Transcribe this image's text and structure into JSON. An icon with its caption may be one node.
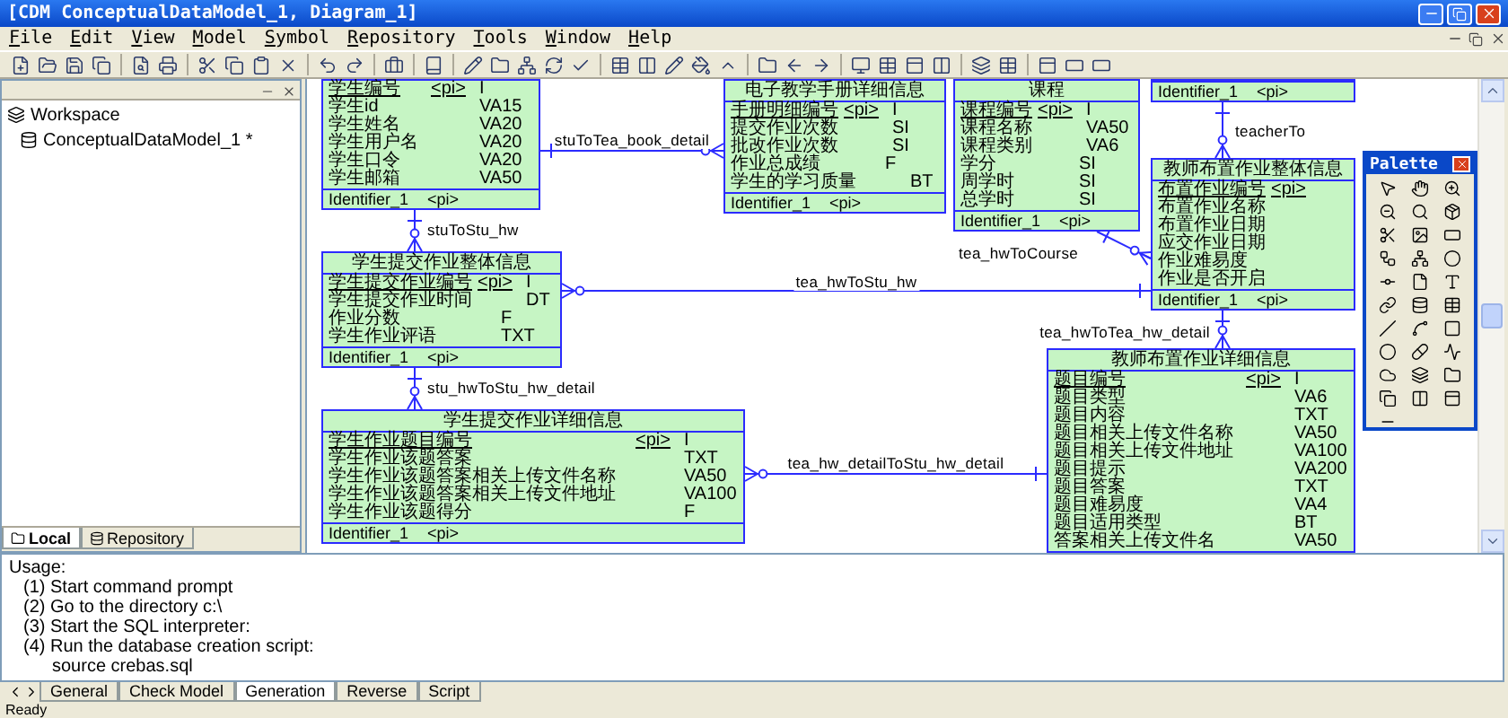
{
  "diagram": {
    "nodes": [
      {
        "text": [
          "学生编号",
          "<pi>",
          "I",
          "学生id",
          "VA15",
          "学生姓名",
          "VA20",
          "学生用户名",
          "VA20",
          "学生口令",
          "VA20",
          "学生邮箱",
          "VA50",
          "Identifier_1 <pi>"
        ]
      },
      {
        "text": [
          "电子教学手册详细信息",
          "手册明细编号",
          "<pi>",
          "I",
          "提交作业次数",
          "SI",
          "批改作业次数",
          "SI",
          "作业总成绩",
          "F",
          "学生的学习质量",
          "BT",
          "Identifier_1 <pi>"
        ]
      },
      {
        "text": [
          "课程",
          "课程编号",
          "<pi>",
          "I",
          "课程名称",
          "VA50",
          "课程类别",
          "VA6",
          "学分",
          "SI",
          "周学时",
          "SI",
          "总学时",
          "SI",
          "Identifier_1 <pi>"
        ]
      },
      {
        "text": [
          "Identifier_1 <pi>"
        ]
      },
      {
        "text": [
          "学生提交作业整体信息",
          "学生提交作业编号",
          "<pi>",
          "I",
          "学生提交作业时间",
          "DT",
          "作业分数",
          "F",
          "学生作业评语",
          "TXT",
          "Identifier_1 <pi>"
        ]
      },
      {
        "text": [
          "教师布置作业整体信息",
          "布置作业编号",
          "<pi>",
          "布置作业名称",
          "布置作业日期",
          "应交作业日期",
          "作业难易度",
          "作业是否开启",
          "Identifier_1 <pi>"
        ]
      },
      {
        "text": [
          "教师布置作业详细信息",
          "题目编号",
          "<pi>",
          "I",
          "题目类型",
          "VA6",
          "题目内容",
          "TXT",
          "题目相关上传文件名称",
          "VA50",
          "题目相关上传文件地址",
          "VA100",
          "题目提示",
          "VA200",
          "题目答案",
          "TXT",
          "题目难易度",
          "VA4",
          "题目适用类型",
          "BT",
          "答案相关上传文件名",
          "VA50"
        ]
      },
      {
        "text": [
          "学生提交作业详细信息",
          "学生作业题目编号",
          "<pi>",
          "I",
          "学生作业该题答案",
          "TXT",
          "学生作业该题答案相关上传文件名称",
          "VA50",
          "学生作业该题答案相关上传文件地址",
          "VA100",
          "学生作业该题得分",
          "F",
          "Identifier_1 <pi>"
        ]
      }
    ],
    "edges": [
      {
        "from": 0,
        "to": 1,
        "arrow": "other",
        "label": "stuToTea_book_detail"
      },
      {
        "from": 0,
        "to": 4,
        "arrow": "other",
        "label": "stuToStu_hw"
      },
      {
        "from": 4,
        "to": 7,
        "arrow": "other",
        "label": "stu_hwToStu_hw_detail"
      },
      {
        "from": 5,
        "to": 4,
        "arrow": "other",
        "label": "tea_hwToStu_hw"
      },
      {
        "from": 2,
        "to": 5,
        "arrow": "other",
        "label": "tea_hwToCourse"
      },
      {
        "from": 3,
        "to": 5,
        "arrow": "other",
        "label": "teacherTo"
      },
      {
        "from": 5,
        "to": 6,
        "arrow": "other",
        "label": "tea_hwToTea_hw_detail"
      },
      {
        "from": 6,
        "to": 7,
        "arrow": "other",
        "label": "tea_hw_detailToStu_hw_detail"
      }
    ],
    "labels": [
      "[CDM ConceptualDataModel_1, Diagram_1]",
      "File",
      "Edit",
      "View",
      "Model",
      "Symbol",
      "Repository",
      "Tools",
      "Window",
      "Help",
      "Workspace",
      "ConceptualDataModel_1 *",
      "Local",
      "Repository",
      "Palette",
      "Usage:",
      "(1) Start command prompt",
      "(2) Go to the directory c:\\",
      "(3) Start the SQL interpreter:",
      "(4) Run the database creation script:",
      "source crebas.sql",
      "General",
      "Check Model",
      "Generation",
      "Reverse",
      "Script",
      "Ready"
    ]
  }
}
